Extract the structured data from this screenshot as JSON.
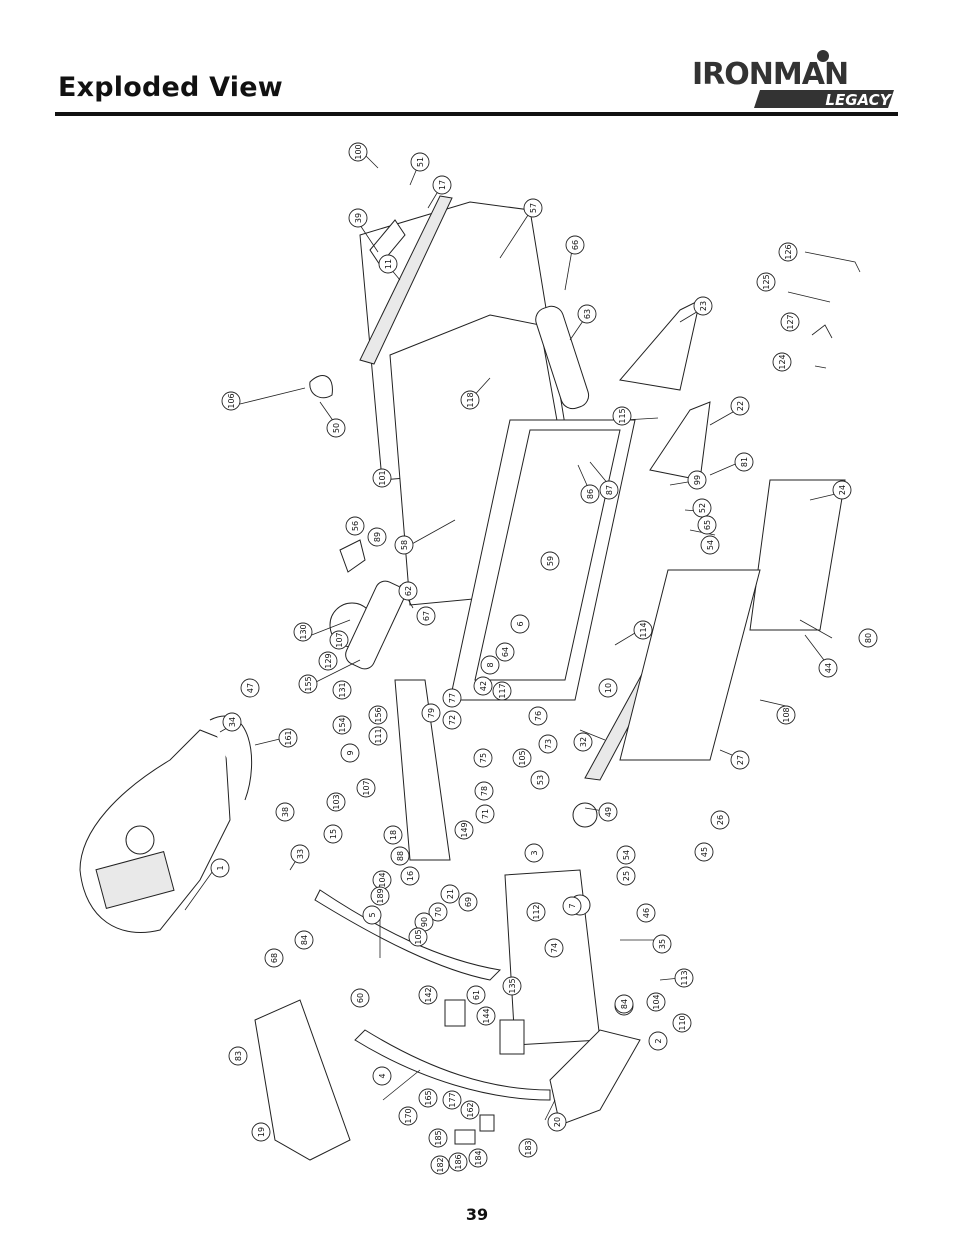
{
  "header": {
    "title": "Exploded View",
    "brand_name": "IRONMAN",
    "brand_sub": "LEGACY"
  },
  "diagram": {
    "callouts": [
      "100",
      "51",
      "17",
      "57",
      "39",
      "11",
      "66",
      "63",
      "23",
      "106",
      "50",
      "118",
      "126",
      "125",
      "127",
      "124",
      "22",
      "115",
      "81",
      "101",
      "86",
      "87",
      "99",
      "52",
      "65",
      "54",
      "24",
      "56",
      "89",
      "58",
      "59",
      "62",
      "8",
      "130",
      "107",
      "67",
      "6",
      "64",
      "129",
      "114",
      "80",
      "44",
      "155",
      "131",
      "47",
      "77",
      "117",
      "42",
      "10",
      "34",
      "161",
      "156",
      "154",
      "72",
      "76",
      "73",
      "108",
      "111",
      "79",
      "32",
      "105",
      "9",
      "75",
      "53",
      "107",
      "27",
      "103",
      "38",
      "18",
      "78",
      "149",
      "71",
      "49",
      "26",
      "15",
      "88",
      "104",
      "3",
      "45",
      "33",
      "16",
      "21",
      "54",
      "1",
      "189",
      "69",
      "112",
      "25",
      "70",
      "84",
      "5",
      "90",
      "7",
      "46",
      "105",
      "35",
      "68",
      "84",
      "74",
      "61",
      "135",
      "113",
      "60",
      "142",
      "144",
      "84",
      "110",
      "104",
      "2",
      "83",
      "4",
      "19",
      "165",
      "177",
      "162",
      "170",
      "185",
      "186",
      "184",
      "183",
      "182",
      "20"
    ]
  },
  "footer": {
    "page_number": "39"
  }
}
